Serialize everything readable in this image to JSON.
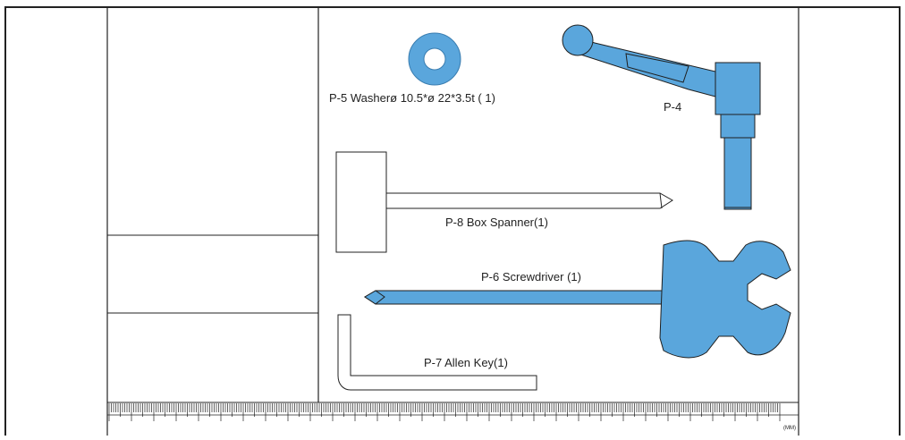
{
  "parts": {
    "washer": {
      "label": "P-5 Washerø 10.5*ø 22*3.5t  ( 1)"
    },
    "clamp_lever": {
      "label": "P-4"
    },
    "box_spanner": {
      "label": "P-8 Box Spanner(1)"
    },
    "screwdriver": {
      "label": "P-6 Screwdriver (1)"
    },
    "allen_key": {
      "label": "P-7 Allen Key(1)"
    }
  },
  "ruler": {
    "unit": "(MM)"
  },
  "colors": {
    "part_fill": "#5aa6dc",
    "part_stroke": "#1f1f1f",
    "line": "#222222"
  }
}
